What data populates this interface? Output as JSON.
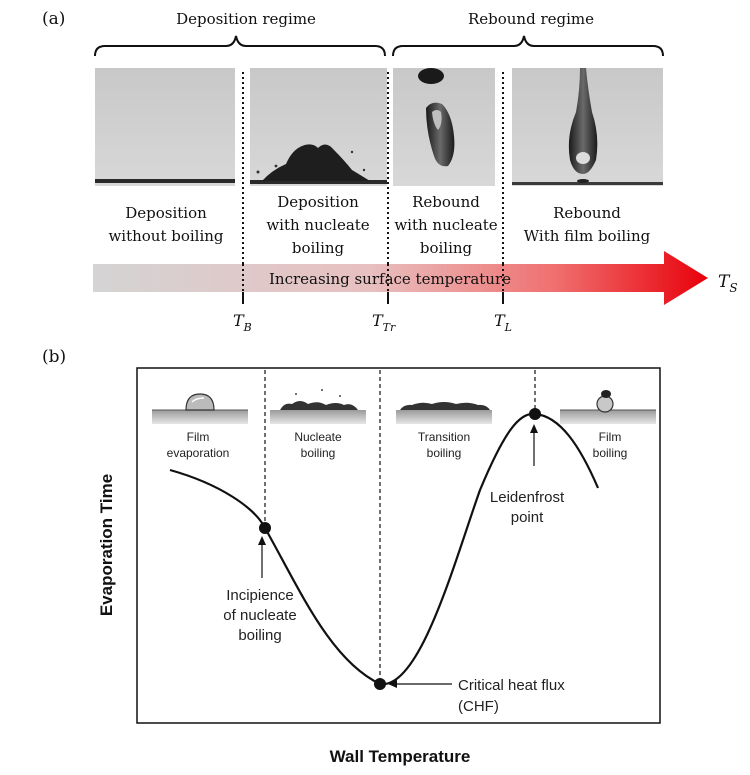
{
  "panel_a": {
    "label": "(a)",
    "regimes": {
      "deposition": "Deposition regime",
      "rebound": "Rebound regime"
    },
    "cases": [
      {
        "line1": "Deposition",
        "line2": "without boiling",
        "line3": ""
      },
      {
        "line1": "Deposition",
        "line2": "with  nucleate",
        "line3": "boiling"
      },
      {
        "line1": "Rebound",
        "line2": "with nucleate",
        "line3": "boiling"
      },
      {
        "line1": "Rebound",
        "line2": "With film boiling",
        "line3": ""
      }
    ],
    "arrow_text": "Increasing surface temperature",
    "axis_symbol": {
      "base": "T",
      "sub": "S"
    },
    "thresholds": [
      {
        "base": "T",
        "sub": "B"
      },
      {
        "base": "T",
        "sub": "Tr"
      },
      {
        "base": "T",
        "sub": "L"
      }
    ],
    "colors": {
      "gradient_start": "#d4d4d4",
      "gradient_end": "#e8000a",
      "photo_bg": "#cfcfcf"
    }
  },
  "panel_b": {
    "label": "(b)",
    "y_axis_label": "Evaporation Time",
    "x_axis_label": "Wall Temperature",
    "regimes": [
      {
        "line1": "Film",
        "line2": "evaporation"
      },
      {
        "line1": "Nucleate",
        "line2": "boiling"
      },
      {
        "line1": "Transition",
        "line2": "boiling"
      },
      {
        "line1": "Film",
        "line2": "boiling"
      }
    ],
    "annotations": {
      "incipience": [
        "Incipience",
        "of nucleate",
        "boiling"
      ],
      "chf": [
        "Critical heat flux",
        "(CHF)"
      ],
      "leidenfrost": [
        "Leidenfrost",
        "point"
      ]
    }
  }
}
